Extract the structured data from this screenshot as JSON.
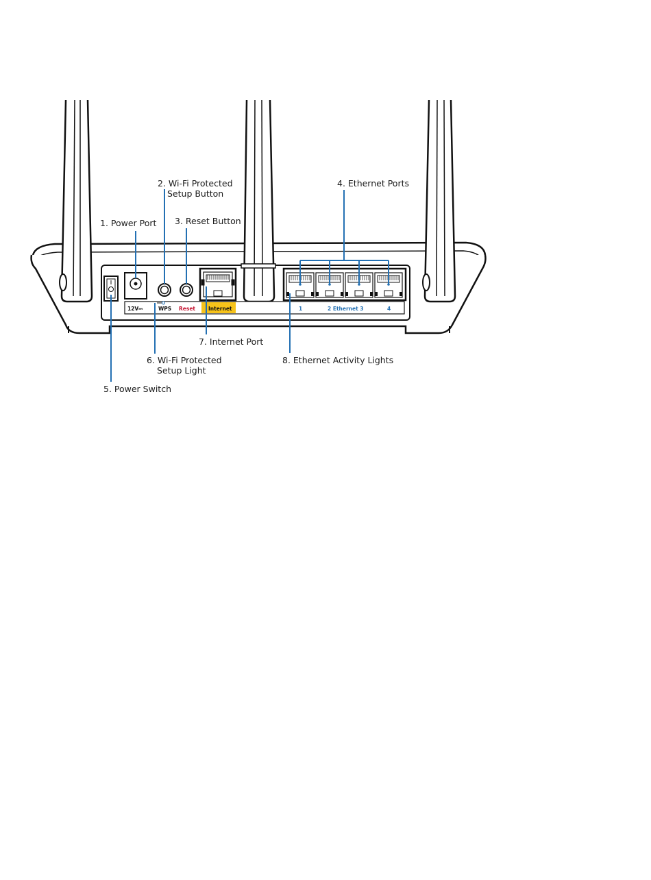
{
  "callouts": {
    "power_port": "1. Power Port",
    "wps_button_line1": "2. Wi-Fi Protected",
    "wps_button_line2": "Setup Button",
    "reset_button": "3. Reset Button",
    "ethernet_ports": "4. Ethernet Ports",
    "power_switch": "5. Power Switch",
    "wps_light_line1": "6. Wi-Fi Protected",
    "wps_light_line2": "Setup Light",
    "internet_port": "7. Internet Port",
    "ethernet_lights": "8. Ethernet Activity Lights"
  },
  "panel": {
    "voltage": "12V⎓",
    "wps": "WPS",
    "reset": "Reset",
    "internet": "Internet",
    "eth1": "1",
    "eth23": "2 Ethernet 3",
    "eth4": "4"
  },
  "colors": {
    "leader": "#2370b3",
    "internet_highlight": "#f7c31a",
    "reset_text": "#c4122f",
    "ethernet_text": "#2370b3"
  }
}
